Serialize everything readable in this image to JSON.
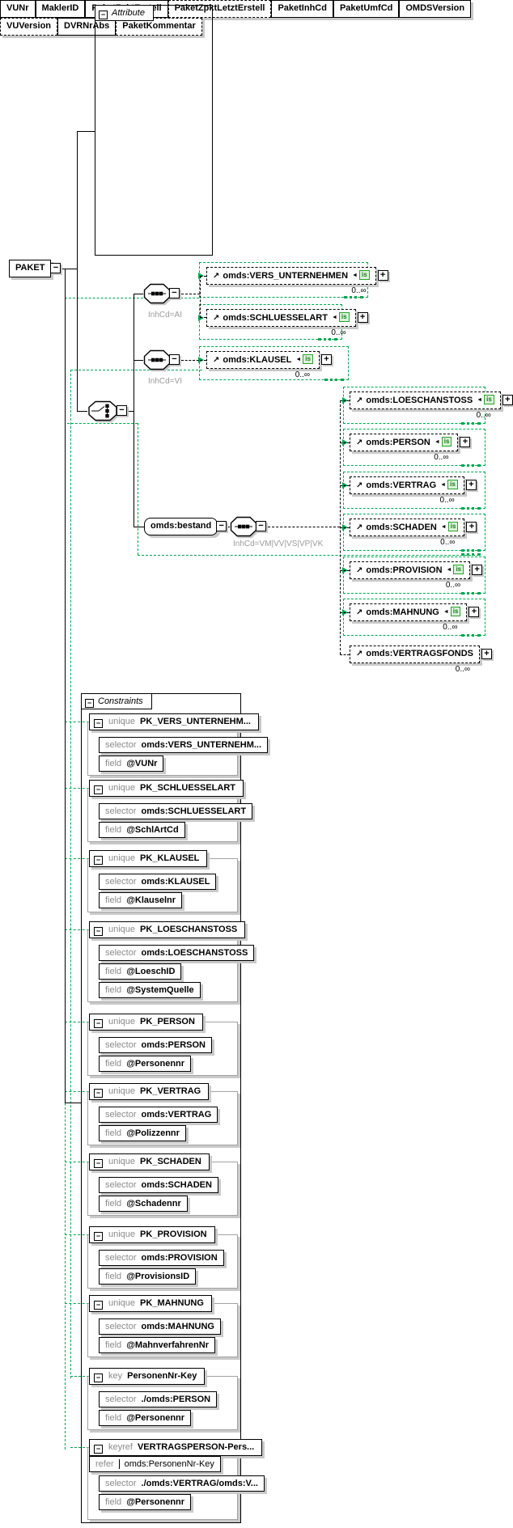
{
  "panels": {
    "attributes_title": "Attribute",
    "constraints_title": "Constraints"
  },
  "root": {
    "name": "PAKET"
  },
  "icons": {
    "collapse": "−",
    "expand": "+",
    "reference_arrow": "↗",
    "badge_pointer": "◄",
    "badge_text": "is"
  },
  "labels": {
    "unique": "unique",
    "key": "key",
    "keyref": "keyref",
    "selector": "selector",
    "field": "field",
    "refer": "refer"
  },
  "attributes": [
    {
      "name": "VUNr",
      "optional": false
    },
    {
      "name": "MaklerID",
      "optional": false
    },
    {
      "name": "PaketZpktErstell",
      "optional": false
    },
    {
      "name": "PaketZpktLetztErstell",
      "optional": true
    },
    {
      "name": "PaketInhCd",
      "optional": false
    },
    {
      "name": "PaketUmfCd",
      "optional": false
    },
    {
      "name": "OMDSVersion",
      "optional": false
    },
    {
      "name": "VUVersion",
      "optional": true
    },
    {
      "name": "DVRNrAbs",
      "optional": false
    },
    {
      "name": "PaketKommentar",
      "optional": true
    }
  ],
  "branches": [
    {
      "compositor": "sequence",
      "condition": "InhCd=AI"
    },
    {
      "compositor": "sequence",
      "condition": "InhCd=VI"
    }
  ],
  "choice": {
    "compositor": "choice"
  },
  "bestand": {
    "name": "omds:bestand",
    "compositor": "sequence",
    "condition": "InhCd=VM|VV|VS|VP|VK"
  },
  "elements_left": [
    {
      "name": "omds:VERS_UNTERNEHMEN",
      "occurs": "0..∞",
      "badge": true
    },
    {
      "name": "omds:SCHLUESSELART",
      "occurs": "0..∞",
      "badge": true
    },
    {
      "name": "omds:KLAUSEL",
      "occurs": "0..∞",
      "badge": true
    }
  ],
  "elements_right": [
    {
      "name": "omds:LOESCHANSTOSS",
      "occurs": "0..∞",
      "badge": true
    },
    {
      "name": "omds:PERSON",
      "occurs": "0..∞",
      "badge": true
    },
    {
      "name": "omds:VERTRAG",
      "occurs": "0..∞",
      "badge": true
    },
    {
      "name": "omds:SCHADEN",
      "occurs": "0..∞",
      "badge": true
    },
    {
      "name": "omds:PROVISION",
      "occurs": "0..∞",
      "badge": true
    },
    {
      "name": "omds:MAHNUNG",
      "occurs": "0..∞",
      "badge": true
    },
    {
      "name": "omds:VERTRAGSFONDS",
      "occurs": "0..∞",
      "badge": false
    }
  ],
  "constraints": [
    {
      "kind": "unique",
      "name": "PK_VERS_UNTERNEHM...",
      "selector": "omds:VERS_UNTERNEHM...",
      "fields": [
        "@VUNr"
      ]
    },
    {
      "kind": "unique",
      "name": "PK_SCHLUESSELART",
      "selector": "omds:SCHLUESSELART",
      "fields": [
        "@SchlArtCd"
      ]
    },
    {
      "kind": "unique",
      "name": "PK_KLAUSEL",
      "selector": "omds:KLAUSEL",
      "fields": [
        "@Klauselnr"
      ]
    },
    {
      "kind": "unique",
      "name": "PK_LOESCHANSTOSS",
      "selector": "omds:LOESCHANSTOSS",
      "fields": [
        "@LoeschID",
        "@SystemQuelle"
      ]
    },
    {
      "kind": "unique",
      "name": "PK_PERSON",
      "selector": "omds:PERSON",
      "fields": [
        "@Personennr"
      ]
    },
    {
      "kind": "unique",
      "name": "PK_VERTRAG",
      "selector": "omds:VERTRAG",
      "fields": [
        "@Polizzennr"
      ]
    },
    {
      "kind": "unique",
      "name": "PK_SCHADEN",
      "selector": "omds:SCHADEN",
      "fields": [
        "@Schadennr"
      ]
    },
    {
      "kind": "unique",
      "name": "PK_PROVISION",
      "selector": "omds:PROVISION",
      "fields": [
        "@ProvisionsID"
      ]
    },
    {
      "kind": "unique",
      "name": "PK_MAHNUNG",
      "selector": "omds:MAHNUNG",
      "fields": [
        "@MahnverfahrenNr"
      ]
    },
    {
      "kind": "key",
      "name": "PersonenNr-Key",
      "selector": "./omds:PERSON",
      "fields": [
        "@Personennr"
      ]
    },
    {
      "kind": "keyref",
      "name": "VERTRAGSPERSON-Pers...",
      "refer": "omds:PersonenNr-Key",
      "selector": "./omds:VERTRAG/omds:V...",
      "fields": [
        "@Personennr"
      ]
    }
  ],
  "colors": {
    "constraint_link_green": "#00a651",
    "badge_background": "#d8f3d8",
    "badge_border": "#2e9e2e",
    "badge_text_color": "#1d7a1d",
    "gray_label": "#8a8a8a",
    "shadow_gray": "#c9c9c9"
  }
}
